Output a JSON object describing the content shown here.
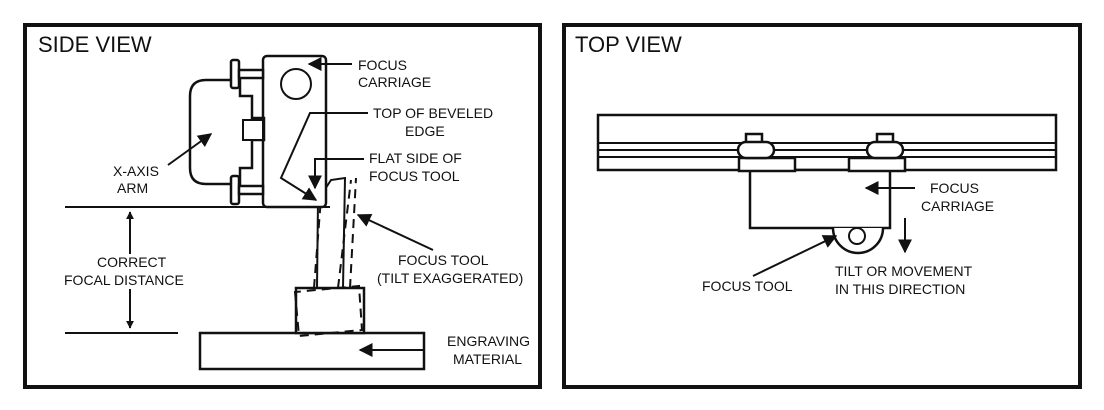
{
  "side_view": {
    "title": "SIDE VIEW",
    "labels": {
      "focus_carriage": [
        "FOCUS",
        "CARRIAGE"
      ],
      "top_of_beveled_edge": [
        "TOP OF BEVELED",
        "EDGE"
      ],
      "flat_side": [
        "FLAT SIDE OF",
        "FOCUS TOOL"
      ],
      "x_axis_arm": [
        "X-AXIS",
        "ARM"
      ],
      "correct_focal_distance": [
        "CORRECT",
        "FOCAL DISTANCE"
      ],
      "focus_tool": [
        "FOCUS TOOL",
        "(TILT EXAGGERATED)"
      ],
      "engraving_material": [
        "ENGRAVING",
        "MATERIAL"
      ]
    }
  },
  "top_view": {
    "title": "TOP VIEW",
    "labels": {
      "focus_carriage": [
        "FOCUS",
        "CARRIAGE"
      ],
      "focus_tool": [
        "FOCUS TOOL"
      ],
      "tilt_direction": [
        "TILT OR MOVEMENT",
        "IN THIS DIRECTION"
      ]
    }
  }
}
